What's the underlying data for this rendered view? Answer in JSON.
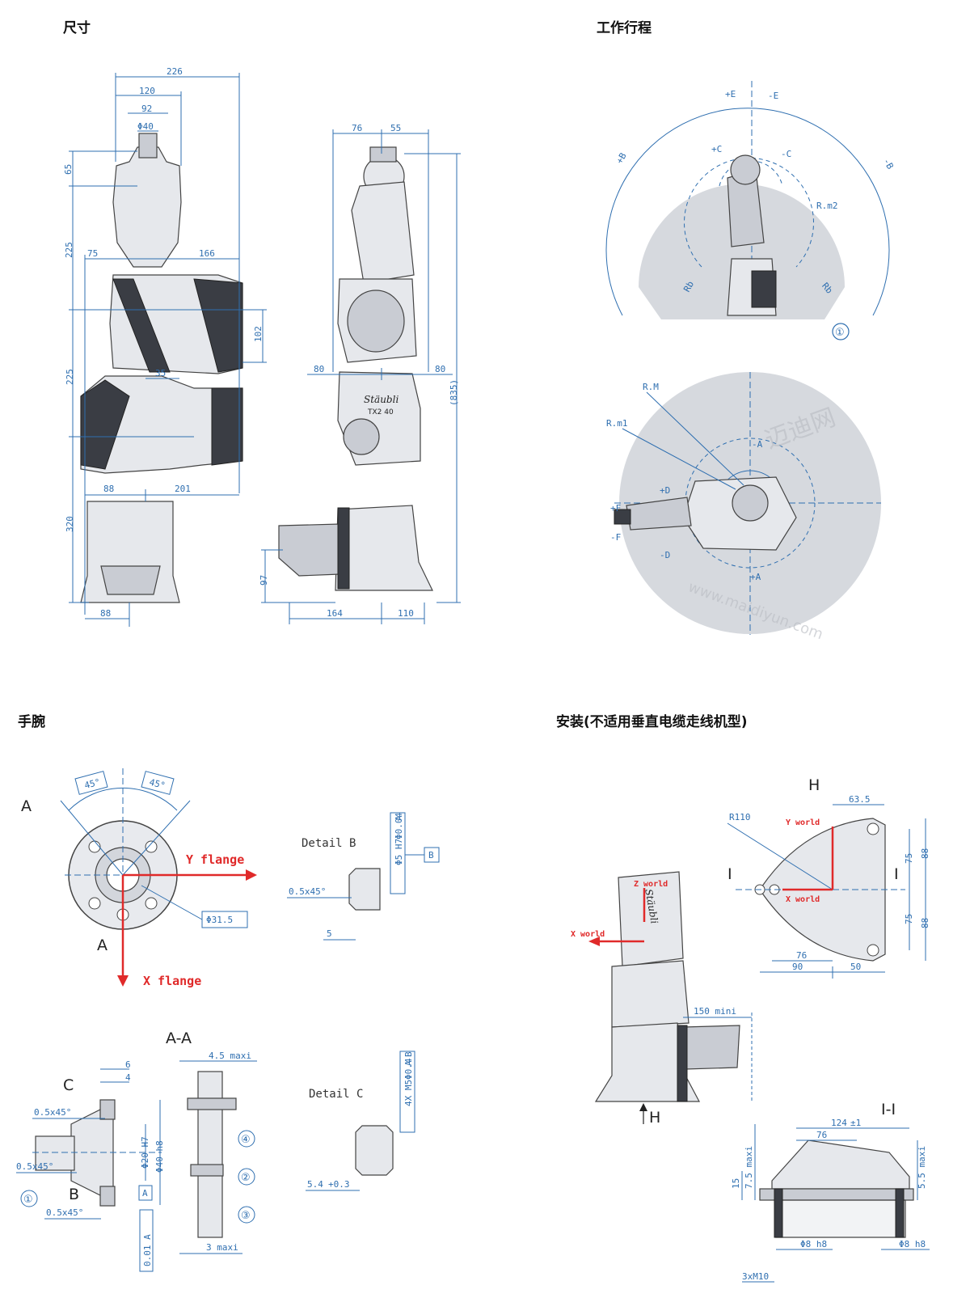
{
  "sections": {
    "dimensions": "尺寸",
    "work_range": "工作行程",
    "wrist": "手腕",
    "mounting": "安装(不适用垂直电缆走线机型)"
  },
  "front_dims": {
    "d226": "226",
    "d120": "120",
    "d92": "92",
    "d40": "Φ40",
    "d65": "65",
    "d225a": "225",
    "d75": "75",
    "d166": "166",
    "d102": "102",
    "d225b": "225",
    "d35": "35",
    "d88a": "88",
    "d201": "201",
    "d320": "320",
    "d88b": "88"
  },
  "side_dims": {
    "d76": "76",
    "d55": "55",
    "d80a": "80",
    "d80b": "80",
    "d835": "(835)",
    "d97": "97",
    "d164": "164",
    "d110": "110",
    "brand": "Stäubli",
    "model": "TX2 40"
  },
  "range_labels": {
    "plusB": "+B",
    "minusB": "-B",
    "plusE": "+E",
    "minusE": "-E",
    "plusC": "+C",
    "minusC": "-C",
    "rm2": "R.m2",
    "rb1": "Rb",
    "rb2": "Rb",
    "c1": "①",
    "rM": "R.M",
    "rm1": "R.m1",
    "minusA": "-A",
    "plusA": "+A",
    "plusD": "+D",
    "minusD": "-D",
    "plusF": "+F",
    "minusF": "-F",
    "wm1": "迈迪网",
    "wm2": "www.maidiyun.com"
  },
  "wrist": {
    "a45a": "45°",
    "a45b": "45°",
    "A_top": "A",
    "A_bot": "A",
    "y_flange": "Y flange",
    "x_flange": "X flange",
    "d315": "Φ31.5",
    "detailB": "Detail B",
    "tolB1": "Φ5 H7",
    "tolB2": "Φ0.04",
    "tolB3": "A",
    "tolB4": "B",
    "chamfer1": "0.5x45°",
    "d5": "5",
    "AA": "A-A",
    "d6": "6",
    "d4": "4",
    "C": "C",
    "B": "B",
    "ch2": "0.5x45°",
    "ch3": "0.5x45°",
    "ch4": "0.5x45°",
    "d20h7": "Φ20 H7",
    "d40h8": "Φ40 h8",
    "boxA": "A",
    "flat": "0.01 A",
    "max45": "4.5 maxi",
    "max3": "3 maxi",
    "n1": "①",
    "n2": "②",
    "n3": "③",
    "n4": "④",
    "detailC": "Detail C",
    "tolC1": "4X M5",
    "tolC2": "Φ0.4",
    "tolC3": "A",
    "tolC4": "B",
    "d54": "5.4",
    "d54tol": "+0.3"
  },
  "mount": {
    "H_top": "H",
    "H_bot": "H",
    "d635": "63.5",
    "r110": "R110",
    "y_world": "Y world",
    "x_world": "X world",
    "z_world": "Z world",
    "x_world2": "X world",
    "I_left": "I",
    "I_right": "I",
    "d75a": "75",
    "d75b": "75",
    "d88a": "88",
    "d88b": "88",
    "d76": "76",
    "d90": "90",
    "d50": "50",
    "min150": "150 mini",
    "II": "I-I",
    "d124": "124",
    "d124tol": "±1",
    "d76b": "76",
    "d15": "15",
    "max75": "7.5 maxi",
    "max55": "5.5 maxi",
    "h8a": "Φ8 h8",
    "h8b": "Φ8 h8",
    "m10": "3xM10"
  }
}
